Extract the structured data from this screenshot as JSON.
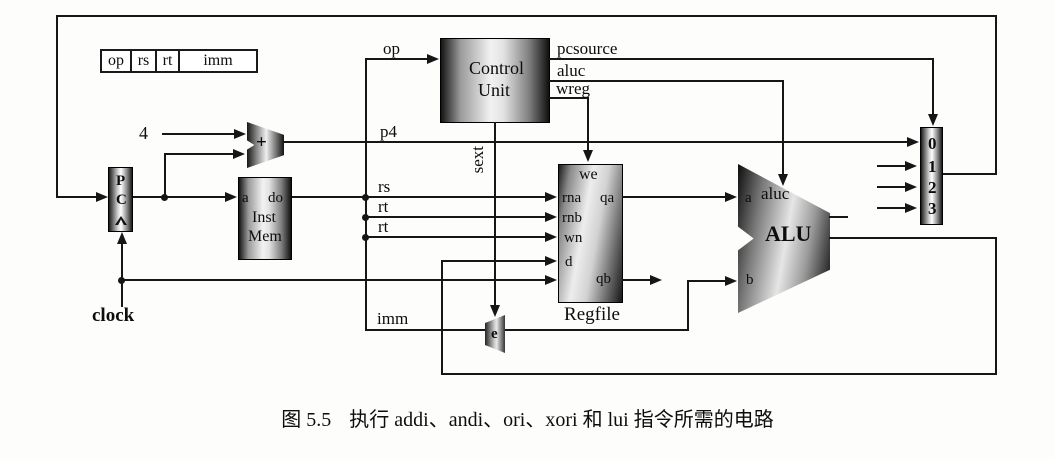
{
  "caption": {
    "number": "图 5.5",
    "text": "执行 addi、andi、ori、xori 和 lui 指令所需的电路"
  },
  "instruction_format": {
    "op": "op",
    "rs": "rs",
    "rt": "rt",
    "imm": "imm"
  },
  "wire_labels": {
    "op": "op",
    "p4": "p4",
    "rs": "rs",
    "rt1": "rt",
    "rt2": "rt",
    "imm": "imm",
    "sext": "sext",
    "pcsource": "pcsource",
    "aluc": "aluc",
    "wreg": "wreg",
    "clock": "clock",
    "four": "4"
  },
  "pc": {
    "line1": "P",
    "line2": "C"
  },
  "adder": {
    "symbol": "+"
  },
  "inst_mem": {
    "port_a": "a",
    "port_do": "do",
    "name_line1": "Inst",
    "name_line2": "Mem"
  },
  "control_unit": {
    "name_line1": "Control",
    "name_line2": "Unit"
  },
  "regfile": {
    "port_we": "we",
    "port_rna": "rna",
    "port_qa": "qa",
    "port_rnb": "rnb",
    "port_wn": "wn",
    "port_d": "d",
    "port_qb": "qb",
    "name": "Regfile"
  },
  "alu": {
    "port_a": "a",
    "port_aluc": "aluc",
    "name": "ALU",
    "port_b": "b"
  },
  "extender": {
    "symbol": "e"
  },
  "mux": {
    "in0": "0",
    "in1": "1",
    "in2": "2",
    "in3": "3"
  },
  "colors": {
    "line": "#161616",
    "paper": "#fdfdfc"
  }
}
